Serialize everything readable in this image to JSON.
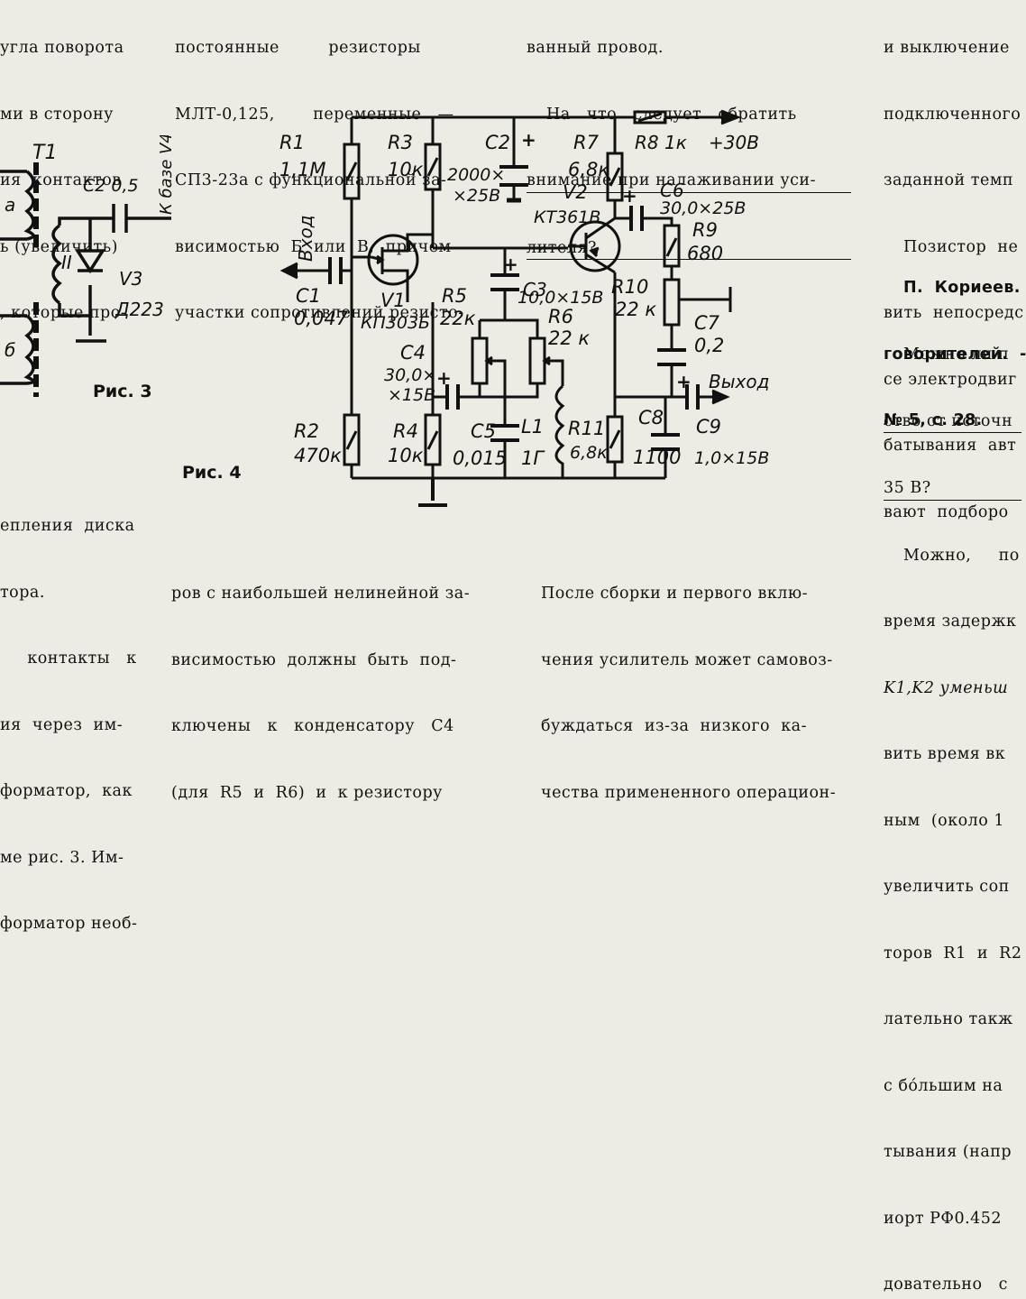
{
  "page": {
    "col1_top": [
      "угла поворота",
      "ми в сторону",
      "ия  контактов",
      "ь (увеличить)",
      ", которые про-"
    ],
    "col1_bottom": [
      "епления  диска",
      "тора.",
      "     контакты   к",
      "ия  через  им-",
      "форматор,  как",
      "ме рис. 3. Им-",
      "форматор необ-"
    ],
    "col2_top": [
      "постоянные         резисторы",
      "МЛТ-0,125,       переменные   —",
      "СП3-23а с функциональной за-",
      "висимостью  Б  или  В,  причем",
      "участки сопротивлений резисто-"
    ],
    "col2_bottom": [
      "ров с наибольшей нелинейной за-",
      "висимостью  должны  быть  под-",
      "ключены   к   конденсатору   C4",
      "(для  R5  и  R6)  и  к резистору"
    ],
    "col3_top": [
      "ванный провод."
    ],
    "question": [
      "На   что   следует   обратить",
      "внимание при налаживании уси-",
      "лителя?"
    ],
    "col3_bottom": [
      "После сборки и первого вклю-",
      "чения усилитель может самовоз-",
      "буждаться  из-за  низкого  ка-",
      "чества примененного операцион-"
    ],
    "col4_top": [
      "и выключение",
      "подключенного",
      "заданной темп",
      "Позистор  не",
      "вить  непосредс",
      "се электродвиг",
      "батывания  авт",
      "вают  подборо"
    ],
    "author": [
      "П.  Кориеев.",
      "говорителей.  -",
      "№ 5, с. 28."
    ],
    "col4_q": [
      "Можно ли п",
      "ство от источн",
      "35 В?"
    ],
    "col4_bottom": [
      "Можно,     по",
      "время задержк",
      "K1,K2 уменьш",
      "вить время вк",
      "ным  (около 1",
      "увеличить соп",
      "торов  R1  и  R2",
      "лательно такж",
      "с бóльшим на",
      "тывания (напр",
      "иорт РФ0.452",
      "довательно   с"
    ]
  },
  "fig3": {
    "caption": "Рис. 3",
    "labels": {
      "t1": "T1",
      "ta": "а",
      "tb": "б",
      "wind2": "II",
      "c2": "C2 0,5",
      "base": "К базе V4",
      "v3": "V3",
      "v3type": "Д223"
    }
  },
  "fig4": {
    "caption": "Рис. 4",
    "input": "Вход",
    "output": "Выход",
    "supply": "+30В",
    "components": {
      "r1": "R1",
      "r1v": "1,1М",
      "r2": "R2",
      "r2v": "470к",
      "r3": "R3",
      "r3v": "10к",
      "r4": "R4",
      "r4v": "10к",
      "r5": "R5",
      "r5v": "22к",
      "r6": "R6",
      "r6v": "22 к",
      "r7": "R7",
      "r7v": "6,8к",
      "r8": "R8 1к",
      "r9": "R9",
      "r9v": "680",
      "r10": "R10",
      "r10v": "22 к",
      "r11": "R11",
      "r11v": "6,8к",
      "c1": "C1",
      "c1v": "0,047",
      "c2": "C2",
      "c2v1": "2000×",
      "c2v2": "×25В",
      "c3": "C3",
      "c3v": "10,0×15В",
      "c4": "C4",
      "c4v1": "30,0×",
      "c4v2": "×15В",
      "c5": "C5",
      "c5v": "0,015",
      "c6": "C6",
      "c6v": "30,0×25В",
      "c7": "C7",
      "c7v": "0,2",
      "c8": "C8",
      "c8v": "1100",
      "c9": "C9",
      "c9v": "1,0×15В",
      "l1": "L1",
      "l1v": "1Г",
      "v1": "V1",
      "v1v": "КП303Б",
      "v2": "V2",
      "v2v": "КТ361В",
      "plus": "+"
    }
  }
}
